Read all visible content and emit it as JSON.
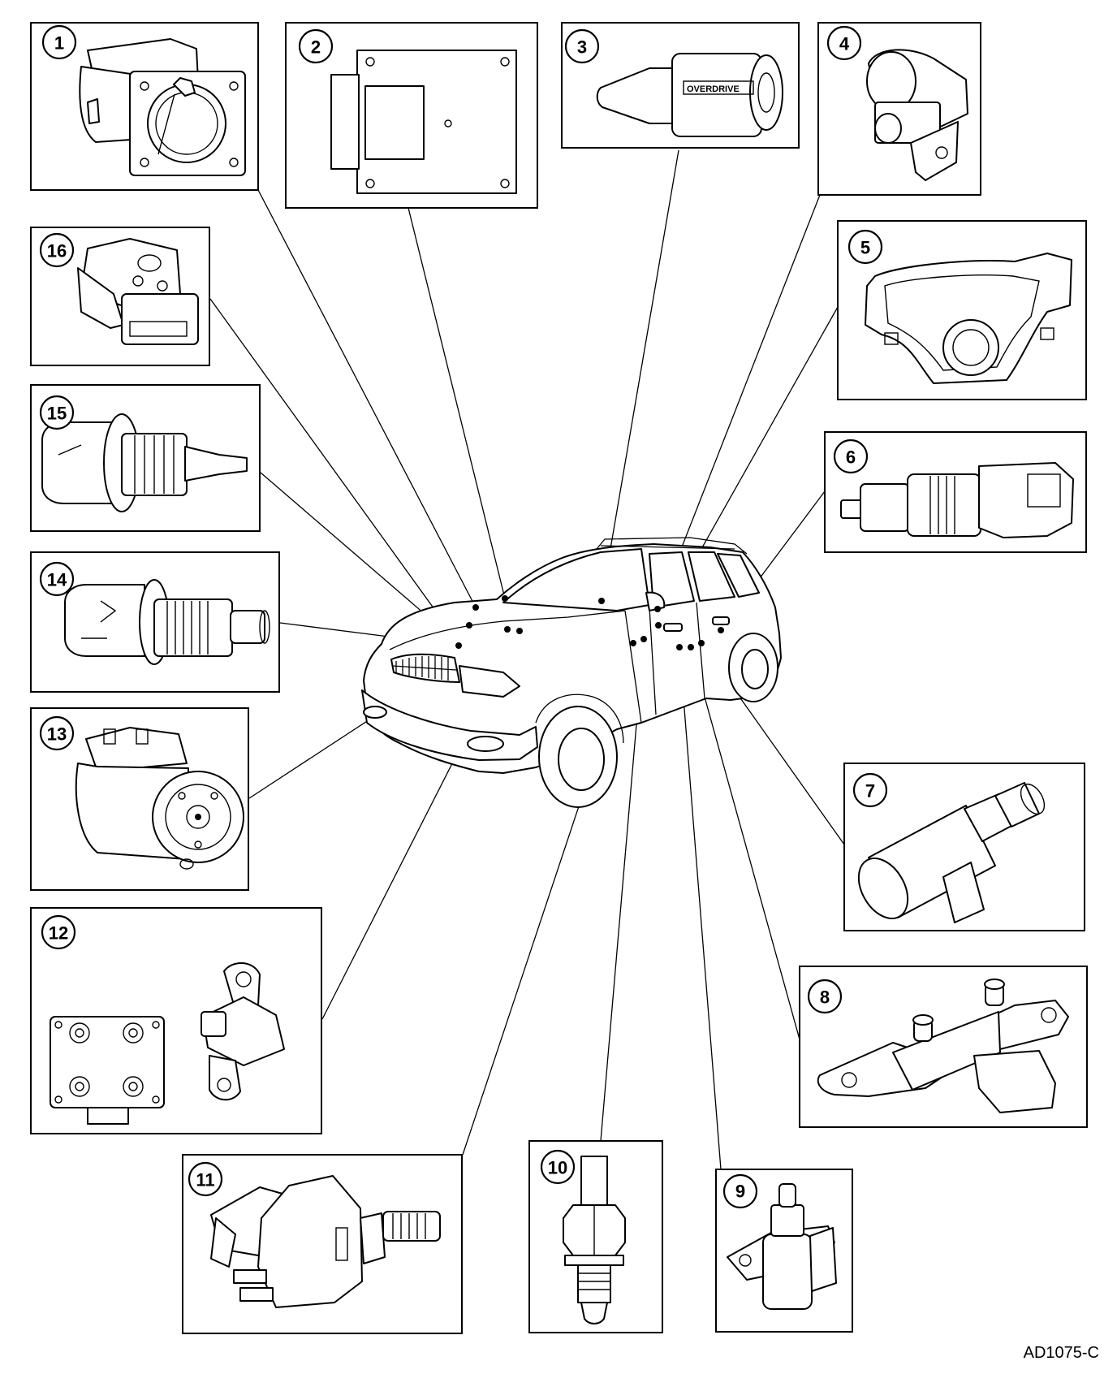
{
  "figure_code": "AD1075-C",
  "part_decal_text": "OVERDRIVE",
  "panels": [
    {
      "id": "p1",
      "number": "1"
    },
    {
      "id": "p2",
      "number": "2"
    },
    {
      "id": "p3",
      "number": "3"
    },
    {
      "id": "p4",
      "number": "4"
    },
    {
      "id": "p5",
      "number": "5"
    },
    {
      "id": "p6",
      "number": "6"
    },
    {
      "id": "p7",
      "number": "7"
    },
    {
      "id": "p8",
      "number": "8"
    },
    {
      "id": "p9",
      "number": "9"
    },
    {
      "id": "p10",
      "number": "10"
    },
    {
      "id": "p11",
      "number": "11"
    },
    {
      "id": "p12",
      "number": "12"
    },
    {
      "id": "p13",
      "number": "13"
    },
    {
      "id": "p14",
      "number": "14"
    },
    {
      "id": "p15",
      "number": "15"
    },
    {
      "id": "p16",
      "number": "16"
    }
  ]
}
